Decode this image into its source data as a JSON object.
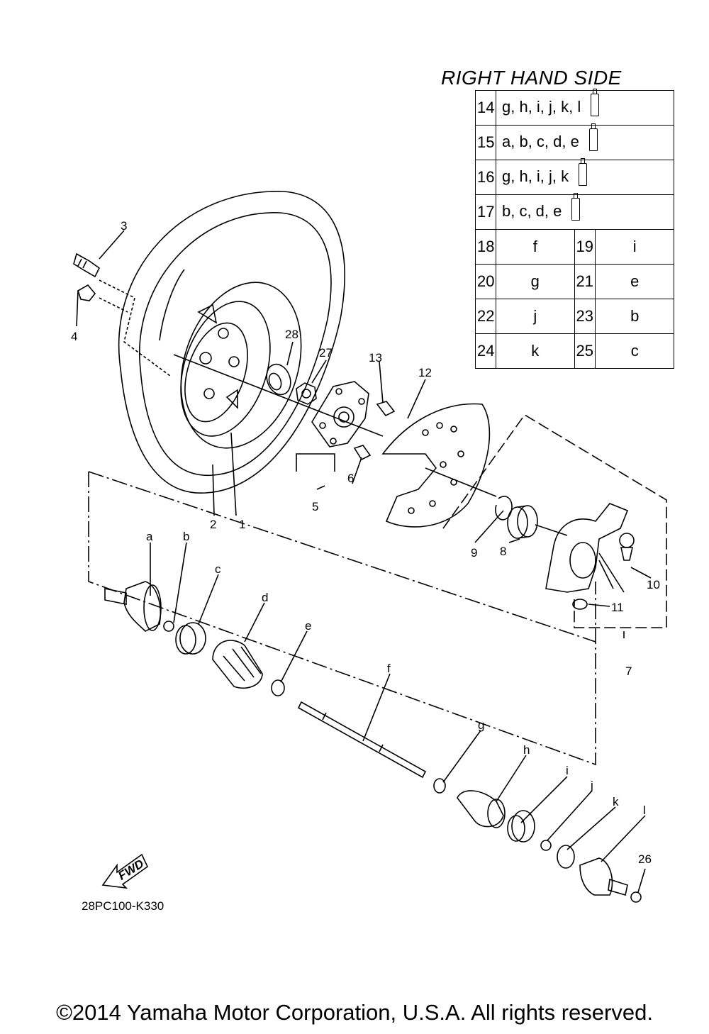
{
  "header": "RIGHT HAND SIDE",
  "legend": {
    "sealant_rows": [
      {
        "num": "14",
        "parts": "g, h, i, j, k, l",
        "icon": "grease-tube-icon"
      },
      {
        "num": "15",
        "parts": "a, b, c, d, e",
        "icon": "grease-tube-icon"
      },
      {
        "num": "16",
        "parts": "g, h, i, j, k",
        "icon": "grease-tube-icon"
      },
      {
        "num": "17",
        "parts": "b, c, d, e",
        "icon": "grease-tube-icon"
      }
    ],
    "pair_rows": [
      {
        "n1": "18",
        "v1": "f",
        "n2": "19",
        "v2": "i"
      },
      {
        "n1": "20",
        "v1": "g",
        "n2": "21",
        "v2": "e"
      },
      {
        "n1": "22",
        "v1": "j",
        "n2": "23",
        "v2": "b"
      },
      {
        "n1": "24",
        "v1": "k",
        "n2": "25",
        "v2": "c"
      }
    ]
  },
  "callouts": {
    "c1": "1",
    "c2": "2",
    "c3": "3",
    "c4": "4",
    "c5": "5",
    "c6": "6",
    "c7": "7",
    "c8": "8",
    "c9": "9",
    "c10": "10",
    "c11": "11",
    "c12": "12",
    "c13": "13",
    "c26": "26",
    "c27": "27",
    "c28": "28",
    "a": "a",
    "b": "b",
    "c": "c",
    "d": "d",
    "e": "e",
    "f": "f",
    "g": "g",
    "h": "h",
    "i": "i",
    "j": "j",
    "k": "k",
    "l": "l"
  },
  "fwd_label": "FWD",
  "diagram_code": "28PC100-K330",
  "copyright": "©2014 Yamaha Motor Corporation, U.S.A. All rights reserved."
}
